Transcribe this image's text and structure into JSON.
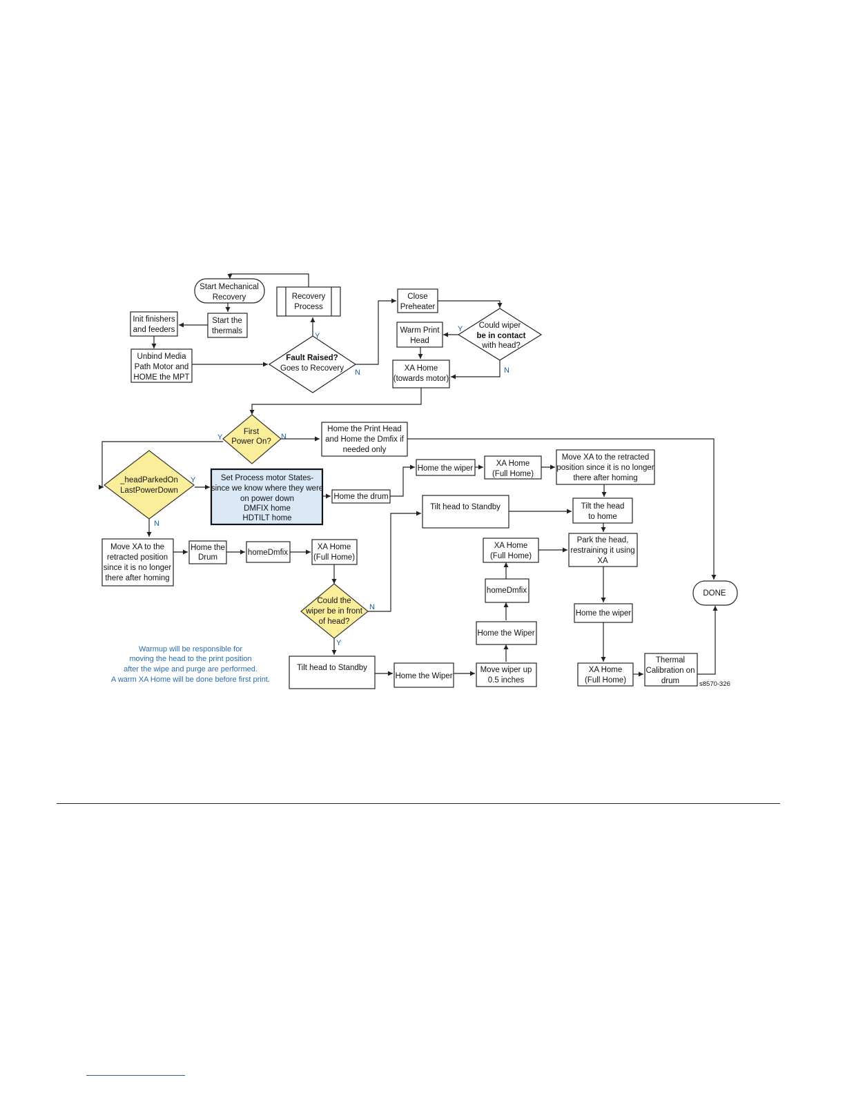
{
  "diagram": {
    "nodes": {
      "start_mech": [
        "Start Mechanical",
        "Recovery"
      ],
      "recovery_process": [
        "Recovery",
        "Process"
      ],
      "close_preheater": [
        "Close",
        "Preheater"
      ],
      "init_finishers": [
        "Init finishers",
        "and feeders"
      ],
      "start_thermals": [
        "Start the",
        "thermals"
      ],
      "unbind_media": [
        "Unbind Media",
        "Path Motor and",
        "HOME the MPT"
      ],
      "fault_raised": [
        "Fault Raised?",
        "Goes to Recovery"
      ],
      "warm_print_head": [
        "Warm Print",
        "Head"
      ],
      "could_wiper_contact": [
        "Could wiper",
        "be in contact",
        "with head?"
      ],
      "xa_home_motor": [
        "XA Home",
        "(towards motor)"
      ],
      "first_power_on": [
        "First",
        "Power On?"
      ],
      "home_print_head": [
        "Home the Print Head",
        "and Home the Dmfix if",
        "needed only"
      ],
      "head_parked": [
        "_headParkedOn",
        "LastPowerDown"
      ],
      "set_process": [
        "Set Process motor States-",
        "since we know where they were",
        "on power down",
        "DMFIX home",
        "HDTILT home"
      ],
      "home_drum_1": [
        "Home the drum"
      ],
      "home_wiper_1": [
        "Home the wiper"
      ],
      "xa_home_full_1": [
        "XA Home",
        "(Full Home)"
      ],
      "move_xa_retracted_1": [
        "Move XA to the retracted",
        "position since it is no longer",
        "there after homing"
      ],
      "tilt_standby_1": [
        "Tilt head to Standby"
      ],
      "tilt_head_home": [
        "Tilt the head",
        "to home"
      ],
      "park_head": [
        "Park the head,",
        "restraining it using",
        "XA"
      ],
      "xa_home_full_2": [
        "XA Home",
        "(Full Home)"
      ],
      "move_xa_retracted_2": [
        "Move XA to the",
        "retracted position",
        "since it is no longer",
        "there after homing"
      ],
      "home_drum_2": [
        "Home the",
        "Drum"
      ],
      "home_dmfix_1": [
        "homeDmfix"
      ],
      "xa_home_full_3": [
        "XA Home",
        "(Full Home)"
      ],
      "home_dmfix_2": [
        "homeDmfix"
      ],
      "done": [
        "DONE"
      ],
      "could_wiper_front": [
        "Could the",
        "wiper be in front",
        "of head?"
      ],
      "home_wiper_2": [
        "Home the wiper"
      ],
      "home_wiper_3": [
        "Home the Wiper"
      ],
      "tilt_standby_2": [
        "Tilt head to Standby"
      ],
      "home_wiper_4": [
        "Home the Wiper"
      ],
      "move_wiper_up": [
        "Move wiper up",
        "0.5 inches"
      ],
      "xa_home_full_4": [
        "XA Home",
        "(Full Home)"
      ],
      "thermal_calibration": [
        "Thermal",
        "Calibration on",
        "drum"
      ]
    },
    "edge_labels": {
      "yes": "Y",
      "no": "N"
    },
    "note": [
      "Warmup will be responsible for",
      "moving the head to the print position",
      "after the wipe and purge are performed.",
      "A warm XA Home will be done before first print."
    ],
    "figure_code": "s8570-326"
  }
}
